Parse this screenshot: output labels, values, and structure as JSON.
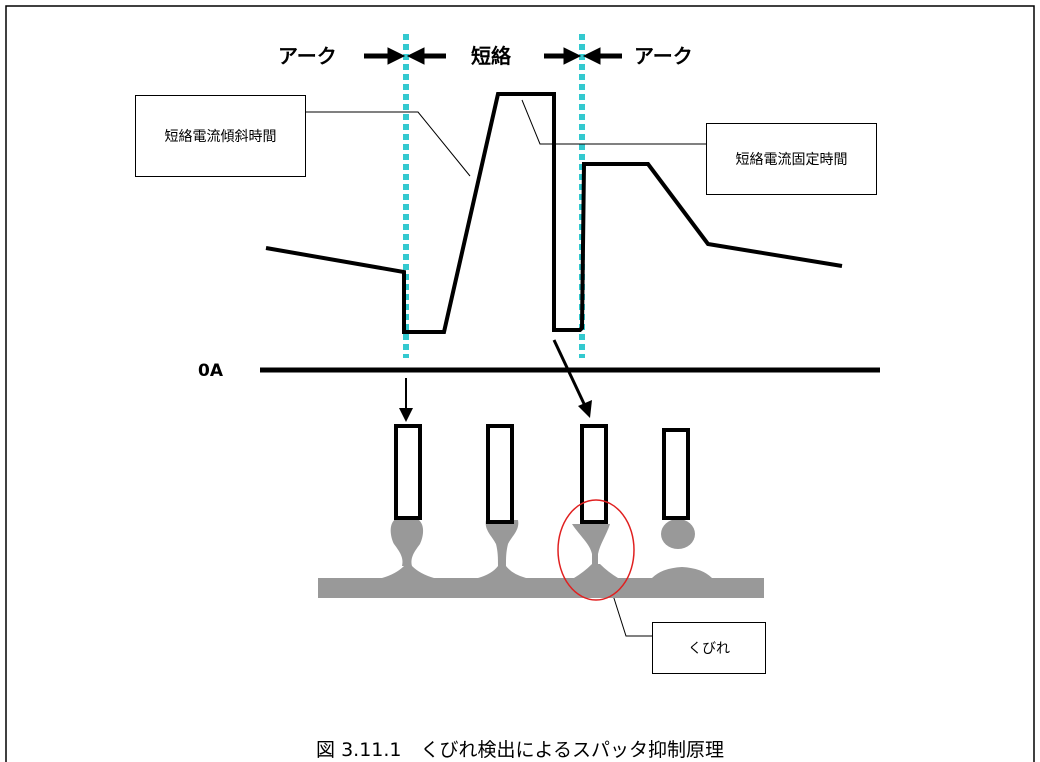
{
  "phases": {
    "arc_left": "アーク",
    "short": "短絡",
    "arc_right": "アーク"
  },
  "callouts": {
    "slope_time": "短絡電流傾斜時間",
    "fixed_time": "短絡電流固定時間",
    "necking": "くびれ"
  },
  "axis": {
    "zero_label": "0A"
  },
  "caption": "図 3.11.1　くびれ検出によるスパッタ抑制原理",
  "colors": {
    "waveform": "#000000",
    "dashed_marker": "#33c9cf",
    "metal": "#999999",
    "necking_circle": "#e02020"
  }
}
